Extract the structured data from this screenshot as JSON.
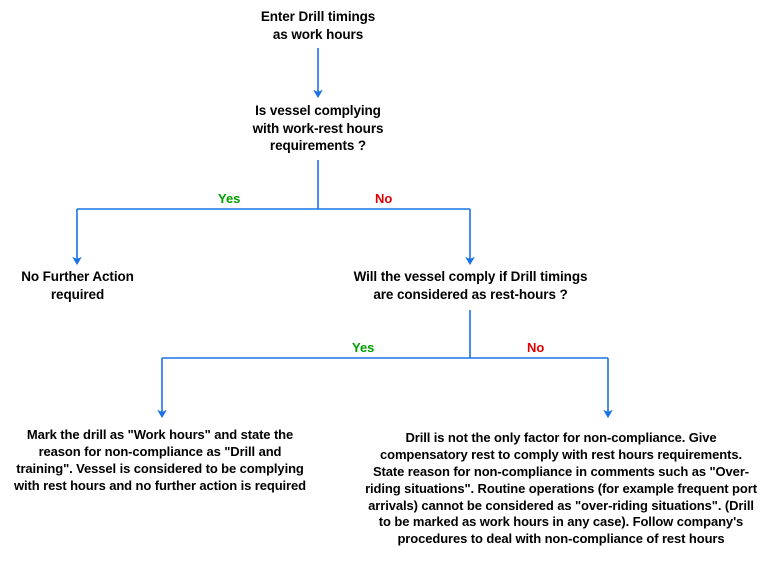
{
  "diagram": {
    "title": "Drill timings work-rest hours decision flowchart",
    "colors": {
      "connector": "#1a73e8",
      "yes_label": "#00a000",
      "no_label": "#e00000",
      "node_text": "#000000",
      "background": "#ffffff"
    },
    "nodes": {
      "start": "Enter Drill timings\nas work hours",
      "decision_1": "Is vessel complying\nwith work-rest hours\nrequirements ?",
      "no_action": "No Further Action\nrequired",
      "decision_2": "Will the vessel comply if Drill timings\nare considered as rest-hours ?",
      "outcome_left": "Mark the drill as \"Work hours\" and state the reason for non-compliance as \"Drill and training\". Vessel is considered to be complying with rest hours and no further action is required",
      "outcome_right": "Drill is not the only factor for non-compliance. Give compensatory rest to comply with rest hours requirements. State reason for non-compliance in comments such as \"Over-riding situations\". Routine operations (for example frequent port arrivals) cannot be considered as \"over-riding situations\". (Drill to be marked as work hours in any case). Follow company's procedures to deal with non-compliance of rest hours"
    },
    "branch_labels": {
      "yes_1": "Yes",
      "no_1": "No",
      "yes_2": "Yes",
      "no_2": "No"
    }
  }
}
